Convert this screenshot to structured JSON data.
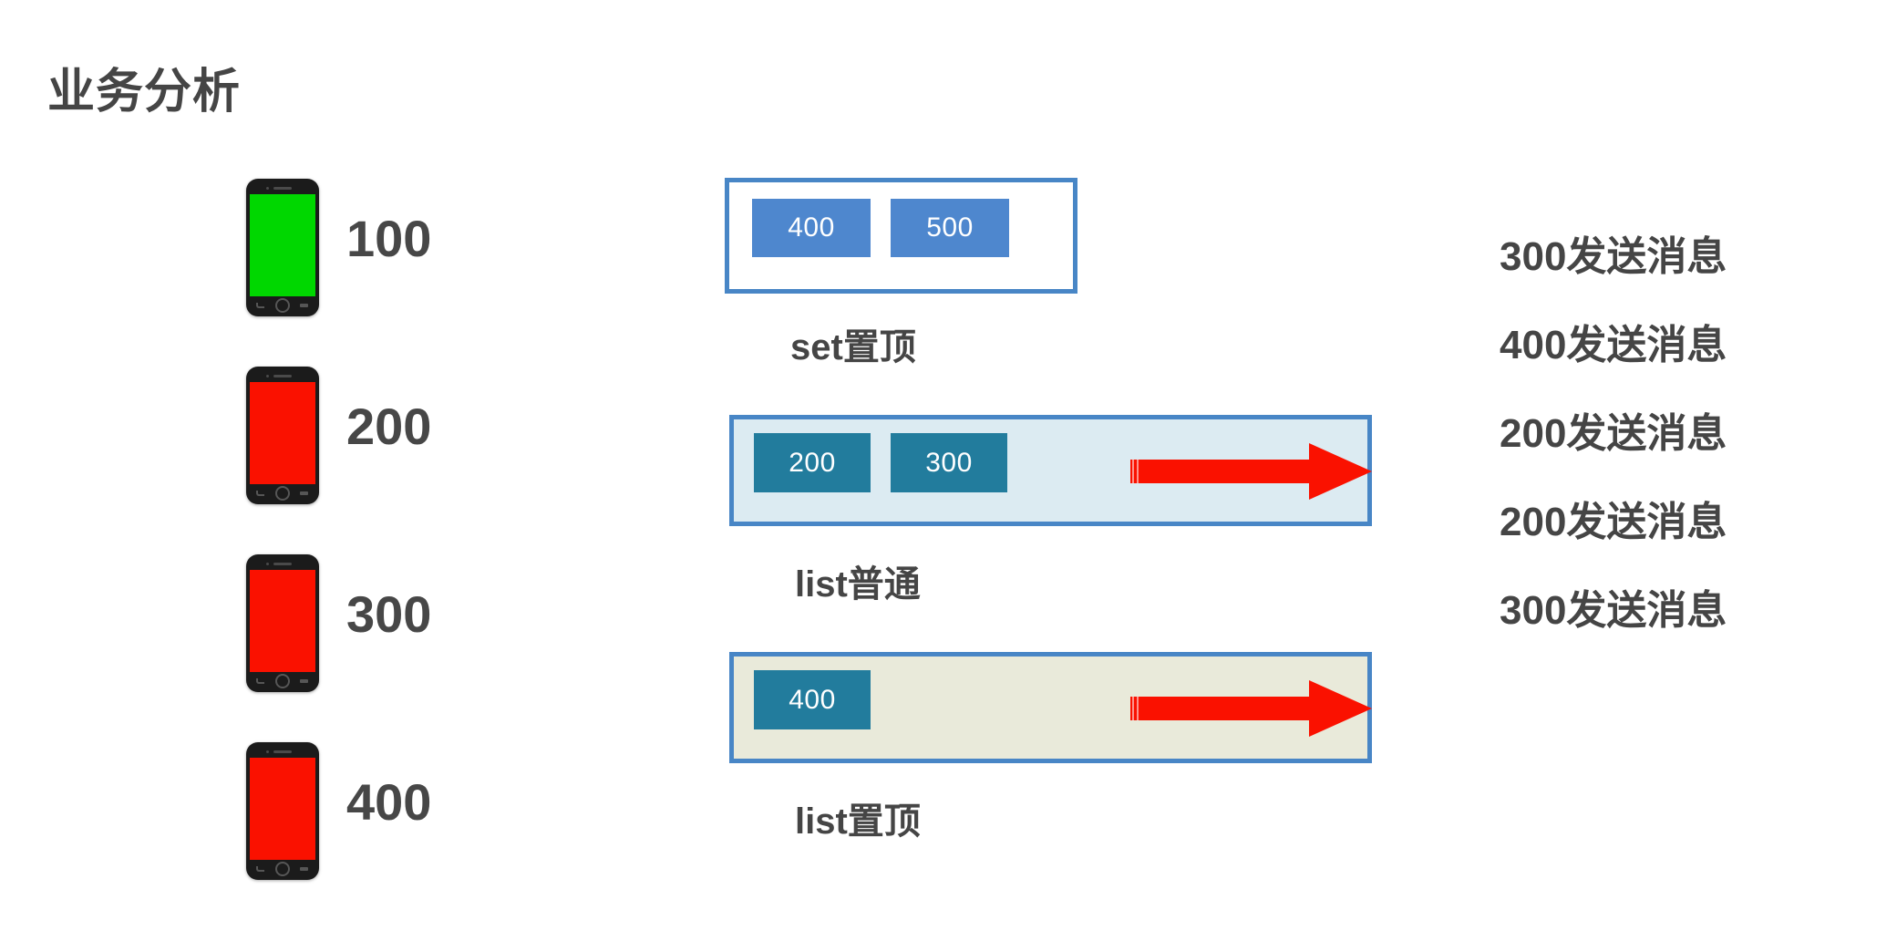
{
  "page": {
    "title": "业务分析",
    "background_color": "#ffffff",
    "text_color": "#454545"
  },
  "phones": {
    "section_name": "phone-list",
    "items": [
      {
        "value": "100",
        "screen_color": "#00D700",
        "state": "online"
      },
      {
        "value": "200",
        "screen_color": "#FA1100",
        "state": "offline"
      },
      {
        "value": "300",
        "screen_color": "#FA1100",
        "state": "offline"
      },
      {
        "value": "400",
        "screen_color": "#FA1100",
        "state": "offline"
      }
    ]
  },
  "boxes": [
    {
      "id": "set-top",
      "caption": "set置顶",
      "style": "white",
      "background_color": "#ffffff",
      "border_color": "#4886C6",
      "chip_color": "#4E87CE",
      "chips": [
        "400",
        "500"
      ],
      "has_arrow": false
    },
    {
      "id": "list-normal",
      "caption": "list普通",
      "style": "light-blue",
      "background_color": "#DCEBF2",
      "border_color": "#4886C6",
      "chip_color": "#227C9D",
      "chips": [
        "200",
        "300"
      ],
      "has_arrow": true,
      "arrow_color": "#FA1100"
    },
    {
      "id": "list-top",
      "caption": "list置顶",
      "style": "beige",
      "background_color": "#E9EADA",
      "border_color": "#4886C6",
      "chip_color": "#227C9D",
      "chips": [
        "400"
      ],
      "has_arrow": true,
      "arrow_color": "#FA1100"
    }
  ],
  "messages": {
    "section_name": "send-message-log",
    "items": [
      "300发送消息",
      "400发送消息",
      "200发送消息",
      "200发送消息",
      "300发送消息"
    ]
  }
}
